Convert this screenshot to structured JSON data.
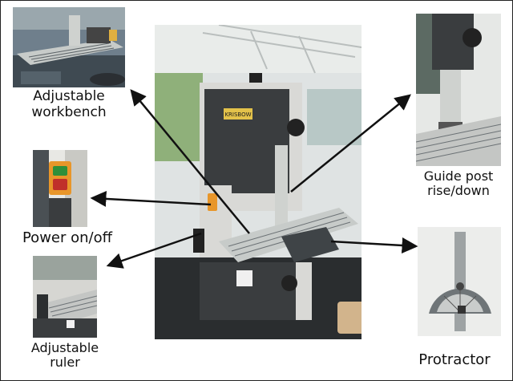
{
  "figure": {
    "labels": {
      "workbench_line1": "Adjustable",
      "workbench_line2": "workbench",
      "power": "Power on/off",
      "ruler_line1": "Adjustable",
      "ruler_line2": "ruler",
      "guide_line1": "Guide post",
      "guide_line2": "rise/down",
      "protractor": "Protractor"
    },
    "machine_brand": "KRISBOW"
  },
  "colors": {
    "machine_body": "#3a3d3f",
    "machine_frame": "#d9d9d6",
    "switch_orange": "#e8962a",
    "switch_green": "#2f8f3a",
    "switch_red": "#c0302a"
  }
}
